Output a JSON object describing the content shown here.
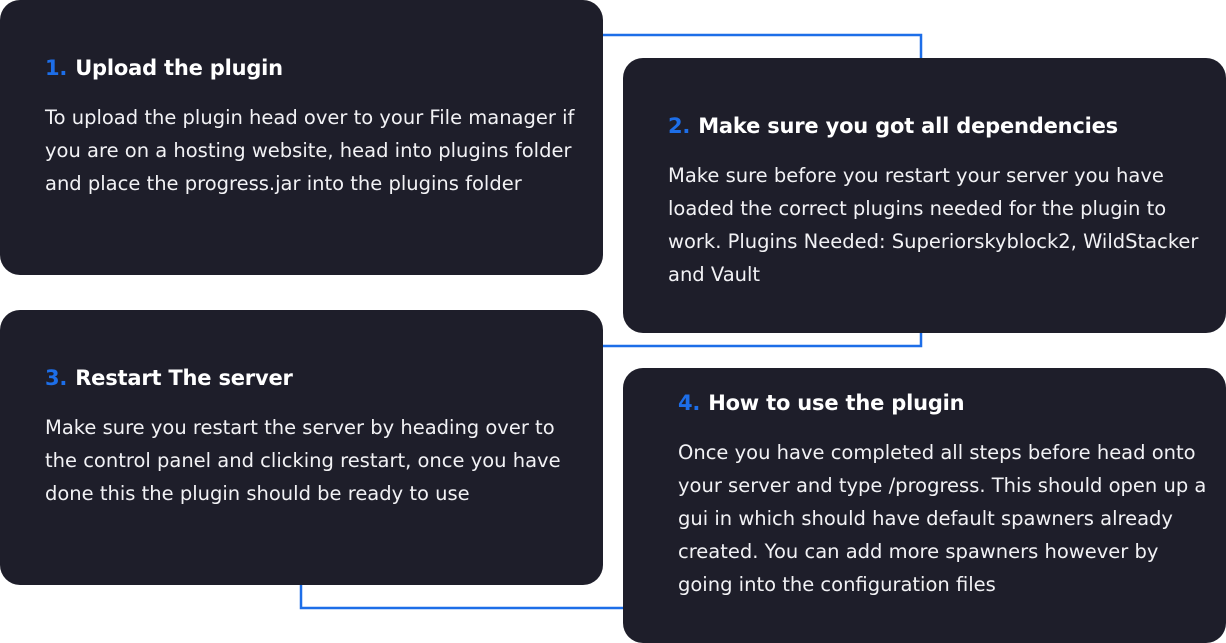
{
  "steps": [
    {
      "number": "1.",
      "title": "Upload the plugin",
      "body": "To upload the plugin head over to your File manager if you are on a hosting website, head into plugins folder and place the progress.jar into the plugins folder"
    },
    {
      "number": "2.",
      "title": "Make sure you got all dependencies",
      "body": "Make sure before you restart your server you have loaded the correct plugins needed for the plugin to work. Plugins Needed: Superiorskyblock2, WildStacker and Vault"
    },
    {
      "number": "3.",
      "title": "Restart The server",
      "body": "Make sure you restart the server by heading over to the control panel and clicking restart, once you have done this the plugin should be ready to use"
    },
    {
      "number": "4.",
      "title": "How to use the plugin",
      "body": "Once you have completed all steps before head onto your server and type /progress. This should open up a gui in which should have default spawners already created. You can add more spawners however by going into the configuration files"
    }
  ],
  "colors": {
    "card_background": "#1e1e2a",
    "accent": "#1d6ee8",
    "connector": "#1d6ee8",
    "text": "#ffffff"
  }
}
